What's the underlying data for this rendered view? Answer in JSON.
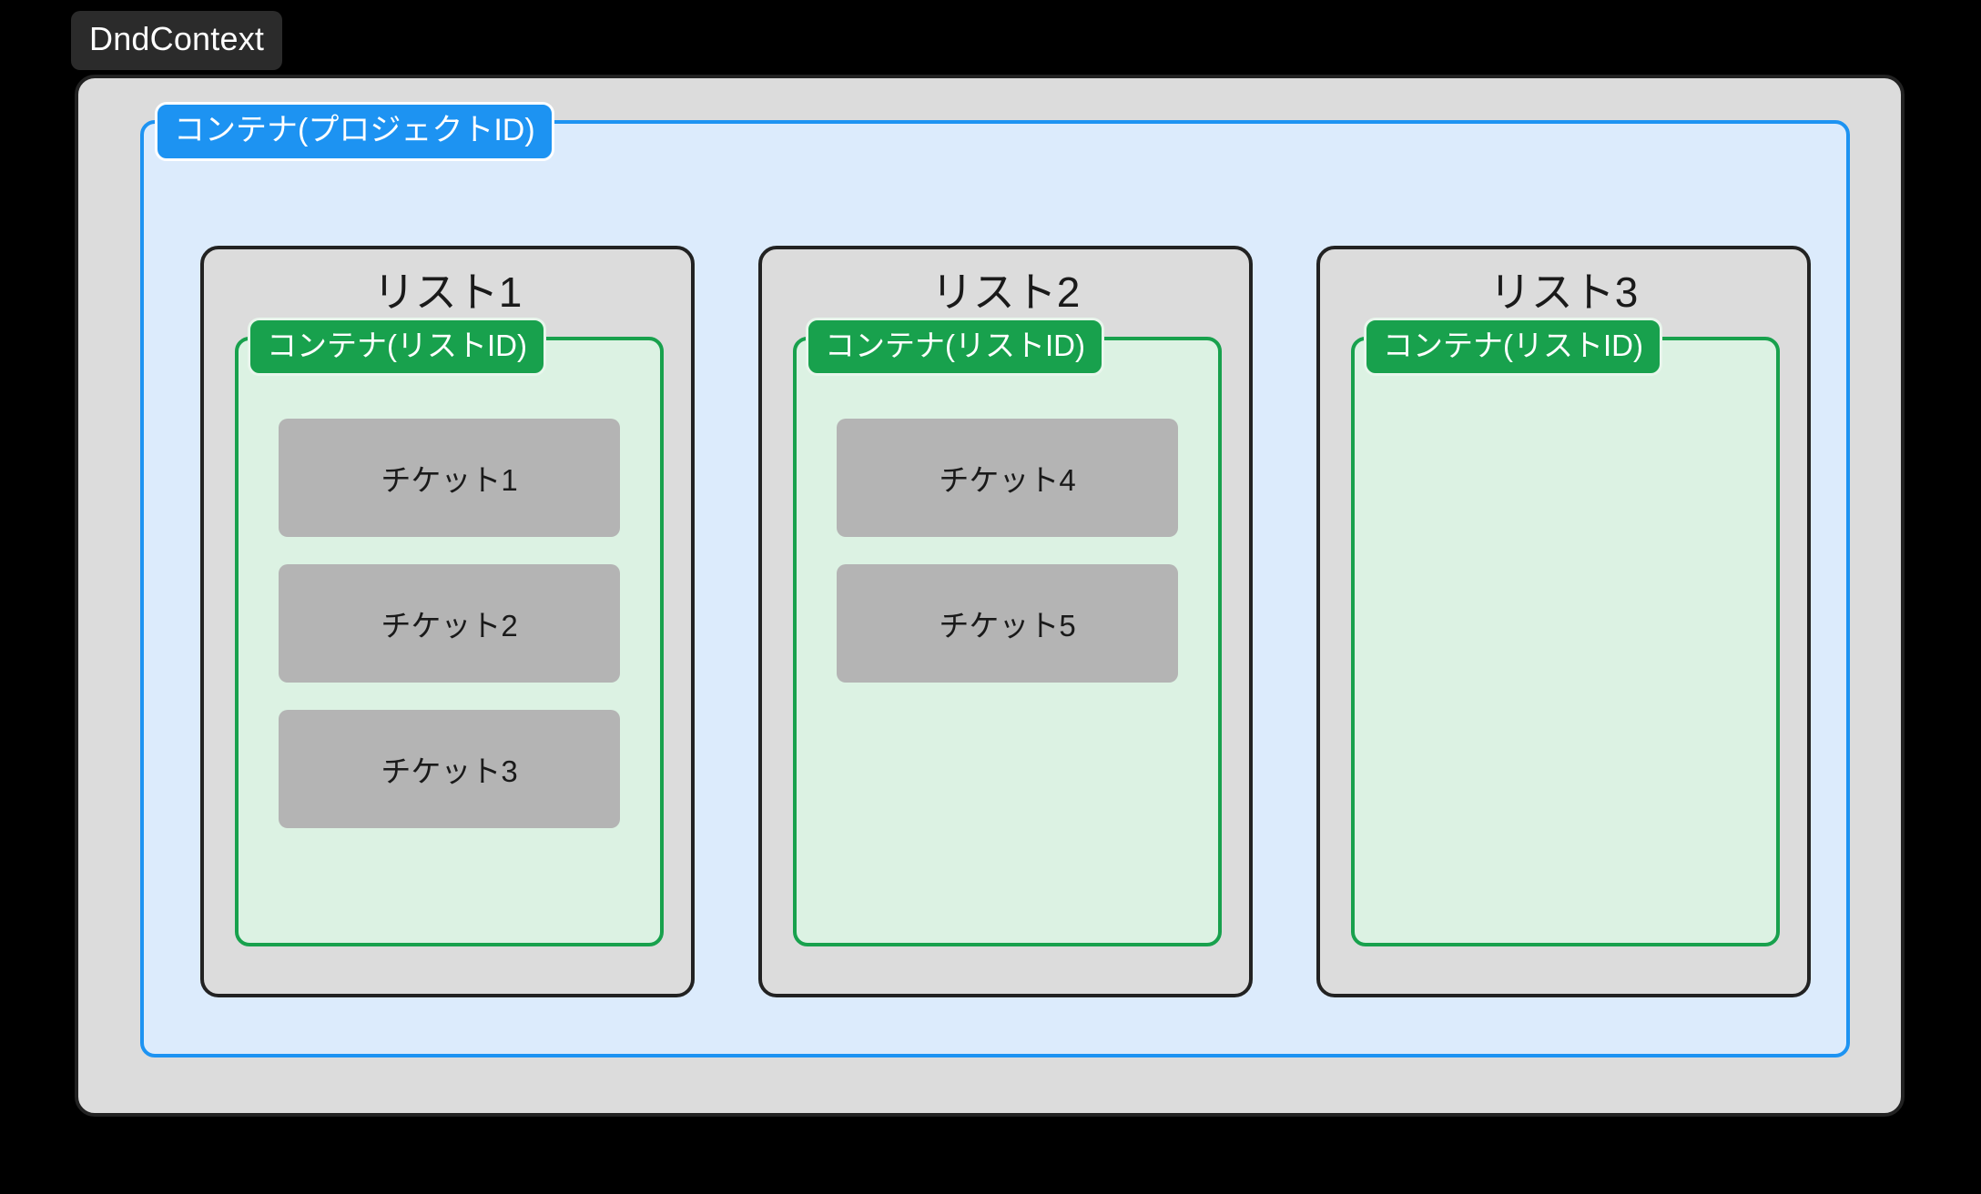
{
  "background_color": "#000000",
  "dnd_context": {
    "label": "DndContext",
    "badge_color": "#2b2b2b",
    "text_color": "#ffffff"
  },
  "outer_frame": {
    "fill": "#dcdcdc",
    "border_color": "#222222"
  },
  "project_container": {
    "badge_label": "コンテナ(プロジェクトID)",
    "badge_color": "#1d93f2",
    "fill": "#dcebfc",
    "border_color": "#1d93f2"
  },
  "lists": [
    {
      "title": "リスト1",
      "container_badge_label": "コンテナ(リストID)",
      "tickets": [
        {
          "label": "チケット1"
        },
        {
          "label": "チケット2"
        },
        {
          "label": "チケット3"
        }
      ]
    },
    {
      "title": "リスト2",
      "container_badge_label": "コンテナ(リストID)",
      "tickets": [
        {
          "label": "チケット4"
        },
        {
          "label": "チケット5"
        }
      ]
    },
    {
      "title": "リスト3",
      "container_badge_label": "コンテナ(リストID)",
      "tickets": []
    }
  ],
  "colors": {
    "list_card_fill": "#dcdcdc",
    "list_card_border": "#222222",
    "list_container_fill": "#dcf2e3",
    "list_container_border": "#18a14d",
    "container_badge_green": "#18a14d",
    "ticket_fill": "#b4b4b4",
    "text_dark": "#1a1a1a"
  }
}
